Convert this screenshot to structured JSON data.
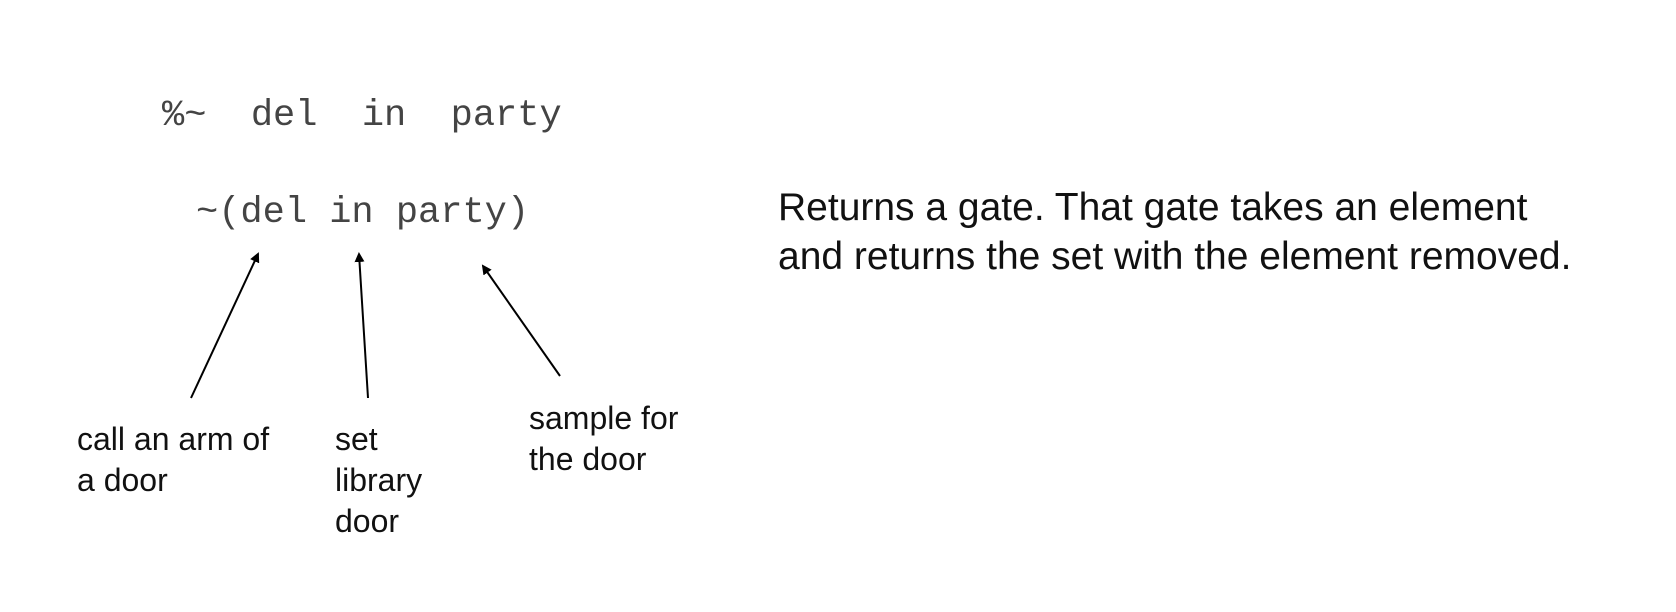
{
  "code": {
    "line1": "%~  del  in  party",
    "line2": "~(del in party)"
  },
  "labels": {
    "arm": [
      "call an arm of",
      "a door"
    ],
    "set": [
      "set",
      "library",
      "door"
    ],
    "sample": [
      "sample for",
      "the door"
    ]
  },
  "description": {
    "line1": "Returns a gate. That gate takes an element",
    "line2": "and returns the set with the element removed."
  }
}
